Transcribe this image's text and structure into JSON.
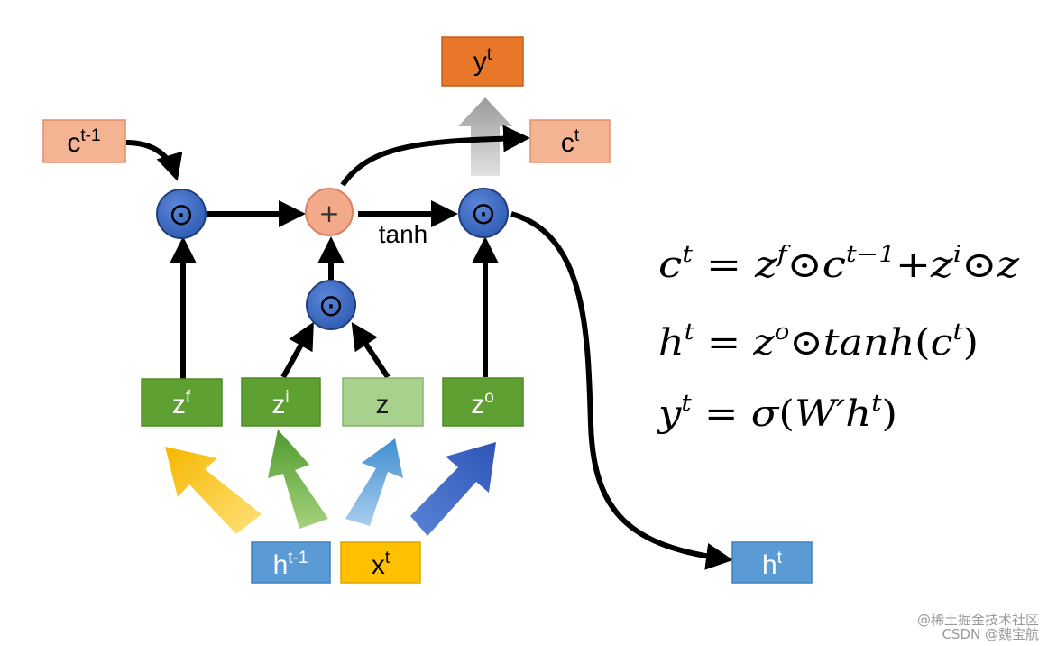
{
  "nodes": {
    "c_prev": {
      "base": "c",
      "sup": "t-1"
    },
    "c_t": {
      "base": "c",
      "sup": "t"
    },
    "y_t": {
      "base": "y",
      "sup": "t"
    },
    "h_t": {
      "base": "h",
      "sup": "t"
    },
    "h_prev": {
      "base": "h",
      "sup": "t-1"
    },
    "x_t": {
      "base": "x",
      "sup": "t"
    },
    "z_f": {
      "base": "z",
      "sup": "f"
    },
    "z_i": {
      "base": "z",
      "sup": "i"
    },
    "z": {
      "base": "z"
    },
    "z_o": {
      "base": "z",
      "sup": "o"
    }
  },
  "operators": {
    "mult": "⊙",
    "add": "+"
  },
  "labels": {
    "tanh": "tanh"
  },
  "equations": {
    "eq1": {
      "lhs": "c",
      "lhs_sup": "t",
      "eq": " = ",
      "t1": "z",
      "t1_sup": "f",
      "op1": "⊙",
      "t2": "c",
      "t2_sup": "t−1",
      "plus": "+",
      "t3": "z",
      "t3_sup": "i",
      "op2": "⊙",
      "t4": "z"
    },
    "eq2": {
      "lhs": "h",
      "lhs_sup": "t",
      "eq": " = ",
      "t1": "z",
      "t1_sup": "o",
      "op1": "⊙",
      "fn": "tanh",
      "open": "(",
      "arg": "c",
      "arg_sup": "t",
      "close": ")"
    },
    "eq3": {
      "lhs": "y",
      "lhs_sup": "t",
      "eq": " = ",
      "fn": "σ",
      "open": "(",
      "w": "W′h",
      "w_sup": "t",
      "close": ")"
    }
  },
  "watermark": {
    "line1": "@稀土掘金技术社区",
    "line2": "CSDN @魏宝航"
  },
  "colors": {
    "peach": "#f4b393",
    "orange": "#e87a2c",
    "blue_box": "#5b9bd5",
    "yellow_box": "#ffc000",
    "green": "#6aaa3a",
    "green_light": "#a9d18e",
    "circle_blue": "#4472c4",
    "gray_arrow": "#b0b0b0"
  }
}
